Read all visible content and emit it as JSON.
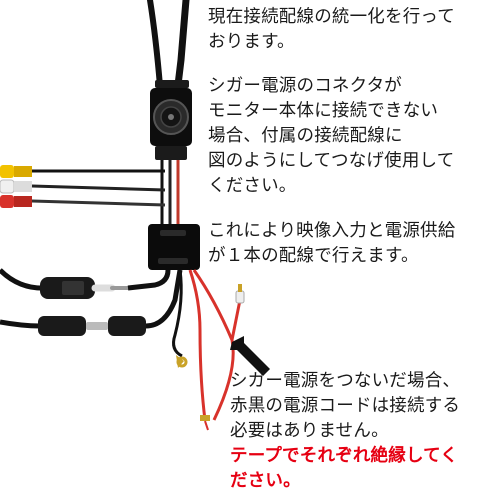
{
  "texts": {
    "unify": [
      "現在接続配線の統一化を行って",
      "おります。"
    ],
    "cigar": [
      "シガー電源のコネクタが",
      "モニター本体に接続できない",
      "場合、付属の接続配線に",
      "図のようにしてつなげ使用して",
      "ください。"
    ],
    "video": [
      "これにより映像入力と電源供給",
      "が１本の配線で行えます。"
    ],
    "note": [
      "シガー電源をつないだ場合、",
      "赤黒の電源コードは接続する",
      "必要はありません。"
    ],
    "tape": [
      "テープでそれぞれ絶縁してく",
      "ださい。"
    ]
  },
  "colors": {
    "text": "#1a1a1a",
    "warning": "#e60012",
    "cable": "#111111",
    "red_wire": "#d8322b",
    "rca_yellow": "#f2c200",
    "rca_white": "#f0f0f0",
    "rca_red": "#d8322b",
    "spade_terminal": "#c9a227"
  },
  "icons": [
    "arrow-pointing-to-wires-icon"
  ]
}
